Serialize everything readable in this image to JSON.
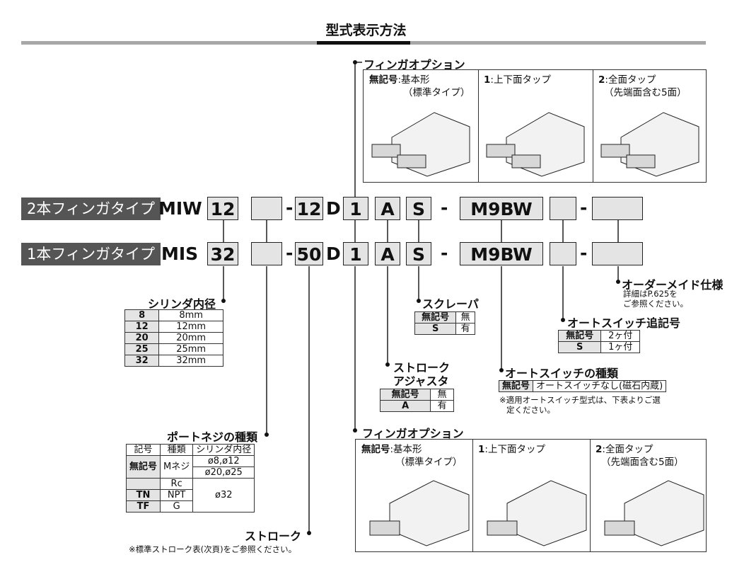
{
  "title": "型式表示方法",
  "rows": [
    {
      "type_label": "2本フィンガタイプ",
      "model": "MIW",
      "bore": "12",
      "stroke": "12",
      "d": "D",
      "finger": "1",
      "adj": "A",
      "scraper": "S",
      "switch": "M9BW"
    },
    {
      "type_label": "1本フィンガタイプ",
      "model": "MIS",
      "bore": "32",
      "stroke": "50",
      "d": "D",
      "finger": "1",
      "adj": "A",
      "scraper": "S",
      "switch": "M9BW"
    }
  ],
  "dash": "-",
  "finger_option_top": {
    "title": "フィンガオプション",
    "cells": [
      {
        "code": "無記号",
        "line1": ":基本形",
        "line2": "（標準タイプ）"
      },
      {
        "code": "1",
        "line1": ":上下面タップ",
        "line2": ""
      },
      {
        "code": "2",
        "line1": ":全面タップ",
        "line2": "（先端面含む5面）"
      }
    ]
  },
  "finger_option_bottom": {
    "title": "フィンガオプション",
    "cells": [
      {
        "code": "無記号",
        "line1": ":基本形",
        "line2": "（標準タイプ）"
      },
      {
        "code": "1",
        "line1": ":上下面タップ",
        "line2": ""
      },
      {
        "code": "2",
        "line1": ":全面タップ",
        "line2": "（先端面含む5面）"
      }
    ]
  },
  "bore": {
    "title": "シリンダ内径",
    "rows": [
      [
        "8",
        "8mm"
      ],
      [
        "12",
        "12mm"
      ],
      [
        "20",
        "20mm"
      ],
      [
        "25",
        "25mm"
      ],
      [
        "32",
        "32mm"
      ]
    ]
  },
  "port": {
    "title": "ポートネジの種類",
    "headers": [
      "記号",
      "種類",
      "シリンダ内径"
    ],
    "nokigo": "無記号",
    "mneji": "Mネジ",
    "m_bores_1": "ø8,ø12",
    "m_bores_2": "ø20,ø25",
    "rc": "Rc",
    "tn": "TN",
    "npt": "NPT",
    "tf": "TF",
    "g": "G",
    "other_bore": "ø32"
  },
  "stroke": {
    "title": "ストローク",
    "note": "※標準ストローク表(次頁)をご参照ください。"
  },
  "adjuster": {
    "title1": "ストローク",
    "title2": "アジャスタ",
    "rows": [
      [
        "無記号",
        "無"
      ],
      [
        "A",
        "有"
      ]
    ]
  },
  "scraper": {
    "title": "スクレーパ",
    "rows": [
      [
        "無記号",
        "無"
      ],
      [
        "S",
        "有"
      ]
    ]
  },
  "autoswitch": {
    "title": "オートスイッチの種類",
    "key": "無記号",
    "value": "オートスイッチなし(磁石内蔵)",
    "note1": "※適用オートスイッチ型式は、下表よりご選",
    "note2": "定ください。"
  },
  "switch_count": {
    "title": "オートスイッチ追記号",
    "rows": [
      [
        "無記号",
        "2ヶ付"
      ],
      [
        "S",
        "1ヶ付"
      ]
    ]
  },
  "made_to_order": {
    "title": "オーダーメイド仕様",
    "note1": "詳細はP.625を",
    "note2": "ご参照ください。"
  }
}
